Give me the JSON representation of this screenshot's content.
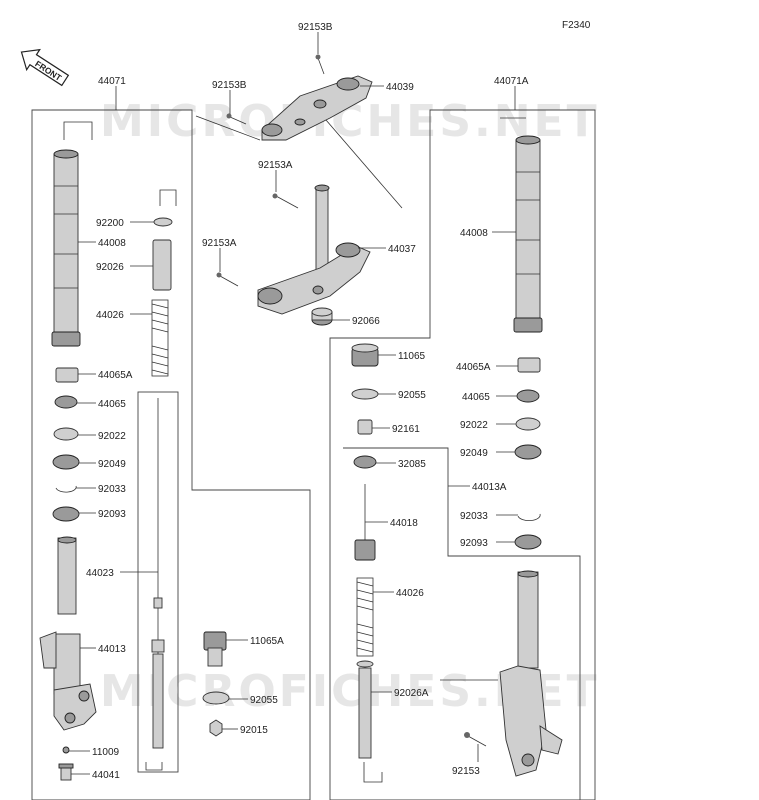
{
  "diagram": {
    "code": "F2340",
    "front_label": "FRONT",
    "watermark": "MICROFICHES.NET"
  },
  "callouts": [
    {
      "id": "92153B-top",
      "text": "92153B"
    },
    {
      "id": "44039",
      "text": "44039"
    },
    {
      "id": "92153B-left",
      "text": "92153B"
    },
    {
      "id": "44071",
      "text": "44071"
    },
    {
      "id": "44071A",
      "text": "44071A"
    },
    {
      "id": "92153A-top",
      "text": "92153A"
    },
    {
      "id": "44037",
      "text": "44037"
    },
    {
      "id": "92153A-left",
      "text": "92153A"
    },
    {
      "id": "92066",
      "text": "92066"
    },
    {
      "id": "92200",
      "text": "92200"
    },
    {
      "id": "44008-L",
      "text": "44008"
    },
    {
      "id": "92026",
      "text": "92026"
    },
    {
      "id": "44026-L",
      "text": "44026"
    },
    {
      "id": "44065A-L",
      "text": "44065A"
    },
    {
      "id": "44065-L",
      "text": "44065"
    },
    {
      "id": "92022-L",
      "text": "92022"
    },
    {
      "id": "92049-L",
      "text": "92049"
    },
    {
      "id": "92033-L",
      "text": "92033"
    },
    {
      "id": "92093-L",
      "text": "92093"
    },
    {
      "id": "44023",
      "text": "44023"
    },
    {
      "id": "44013",
      "text": "44013"
    },
    {
      "id": "11009",
      "text": "11009"
    },
    {
      "id": "44041",
      "text": "44041"
    },
    {
      "id": "11065A",
      "text": "11065A"
    },
    {
      "id": "92055-L",
      "text": "92055"
    },
    {
      "id": "92015",
      "text": "92015"
    },
    {
      "id": "44008-R",
      "text": "44008"
    },
    {
      "id": "11065",
      "text": "11065"
    },
    {
      "id": "92055-R",
      "text": "92055"
    },
    {
      "id": "92161",
      "text": "92161"
    },
    {
      "id": "32085",
      "text": "32085"
    },
    {
      "id": "44018",
      "text": "44018"
    },
    {
      "id": "44026-R",
      "text": "44026"
    },
    {
      "id": "92026A",
      "text": "92026A"
    },
    {
      "id": "44065A-R",
      "text": "44065A"
    },
    {
      "id": "44065-R",
      "text": "44065"
    },
    {
      "id": "92022-R",
      "text": "92022"
    },
    {
      "id": "92049-R",
      "text": "92049"
    },
    {
      "id": "44013A",
      "text": "44013A"
    },
    {
      "id": "92033-R",
      "text": "92033"
    },
    {
      "id": "92093-R",
      "text": "92093"
    },
    {
      "id": "92153",
      "text": "92153"
    }
  ]
}
